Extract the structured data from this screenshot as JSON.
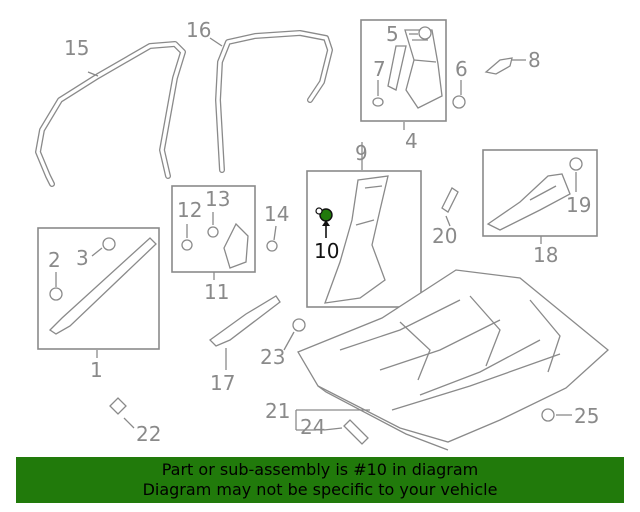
{
  "callouts": {
    "c1": "1",
    "c2": "2",
    "c3": "3",
    "c4": "4",
    "c5": "5",
    "c6": "6",
    "c7": "7",
    "c8": "8",
    "c9": "9",
    "c10": "10",
    "c11": "11",
    "c12": "12",
    "c13": "13",
    "c14": "14",
    "c15": "15",
    "c16": "16",
    "c17": "17",
    "c18": "18",
    "c19": "19",
    "c20": "20",
    "c21": "21",
    "c22": "22",
    "c23": "23",
    "c24": "24",
    "c25": "25"
  },
  "highlight": {
    "part_number": "10",
    "color": "#217a0b"
  },
  "banner": {
    "line1": "Part or sub-assembly is #10 in diagram",
    "line2": "Diagram may not be specific to your vehicle",
    "background": "#217a0b"
  }
}
